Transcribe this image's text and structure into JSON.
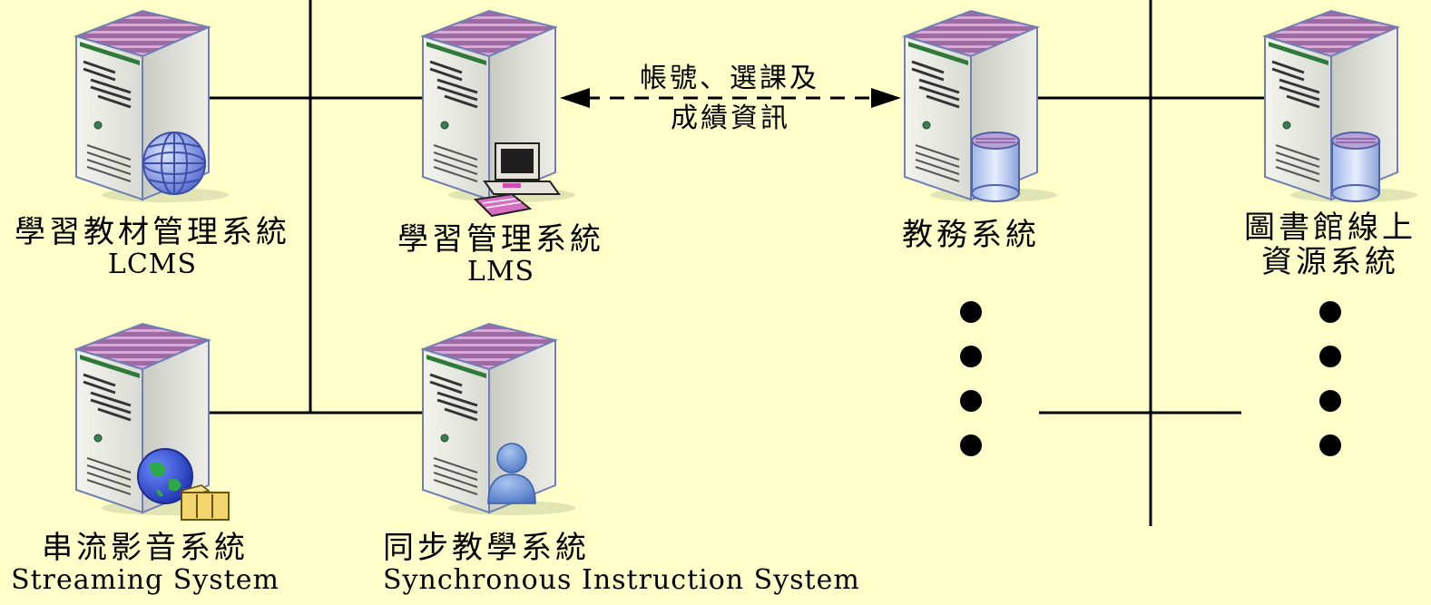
{
  "diagram": {
    "background_color": "#FFFFC9",
    "line_color": "#000000",
    "servers": [
      {
        "id": "lcms",
        "icon": "globe-icon",
        "label_zh": "學習教材管理系統",
        "label_en": "LCMS"
      },
      {
        "id": "lms",
        "icon": "computer-icon",
        "label_zh": "學習管理系統",
        "label_en": "LMS"
      },
      {
        "id": "academic",
        "icon": "database-icon",
        "label_zh": "教務系統",
        "label_en": ""
      },
      {
        "id": "library",
        "icon": "database-icon",
        "label_zh": "圖書館線上",
        "label_zh2": "資源系統",
        "label_en": ""
      },
      {
        "id": "streaming",
        "icon": "globe-film-icon",
        "label_zh": "串流影音系統",
        "label_en": "Streaming System"
      },
      {
        "id": "sync",
        "icon": "user-icon",
        "label_zh": "同步教學系統",
        "label_en": "Synchronous Instruction System"
      }
    ],
    "connection": {
      "from": "lms",
      "to": "academic",
      "style": "dashed bidirectional arrow",
      "label_line1": "帳號、選課及",
      "label_line2": "成績資訊"
    }
  }
}
